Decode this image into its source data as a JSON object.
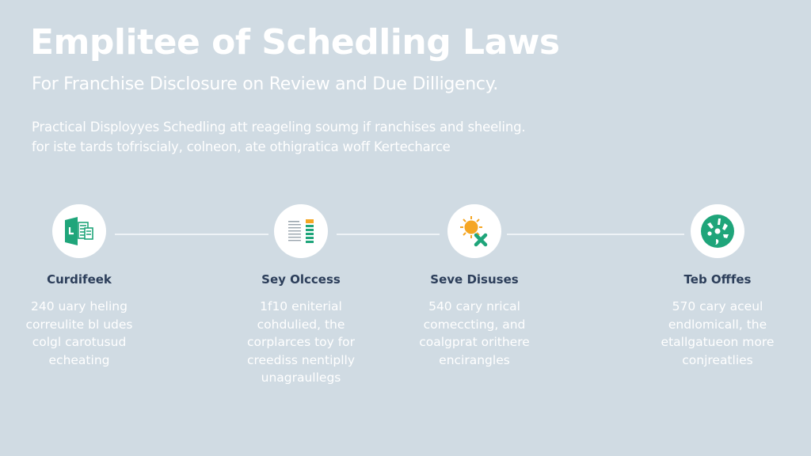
{
  "header": {
    "title": "Emplitee of Schedling Laws",
    "subtitle": "For Franchise Disclosure on Review and Due Dilligency.",
    "description_lines": [
      "Practical Disployyes Schedling att reageling soumg if ranchises and sheeling.",
      "for iste tards tofriscialy, colneon, ate othigratica woff Kertecharce"
    ]
  },
  "colors": {
    "background": "#d0dbe3",
    "accent_green": "#1fa57a",
    "accent_orange": "#f5a623",
    "heading_dark": "#2c3e5a",
    "text_light": "#ffffff"
  },
  "steps": [
    {
      "icon": "document-app-icon",
      "title": "Curdifeek",
      "body_lines": [
        "240 uary heling",
        "correulite bl udes",
        "colgl carotusud",
        "echeating"
      ]
    },
    {
      "icon": "checklist-icon",
      "title": "Sey Olccess",
      "body_lines": [
        "1f10 eniterial",
        "cohdulied, the",
        "corplarces toy for",
        "creediss nentiplly",
        "unagraullegs"
      ]
    },
    {
      "icon": "sun-cross-icon",
      "title": "Seve Disuses",
      "body_lines": [
        "540 cary nrical",
        "comeccting, and",
        "coalgprat orithere",
        "encirangles"
      ]
    },
    {
      "icon": "wheel-icon",
      "title": "Teb Offfes",
      "body_lines": [
        "570 cary aceul",
        "endlomicall, the",
        "etallgatueon more",
        "conjreatlies"
      ]
    }
  ]
}
